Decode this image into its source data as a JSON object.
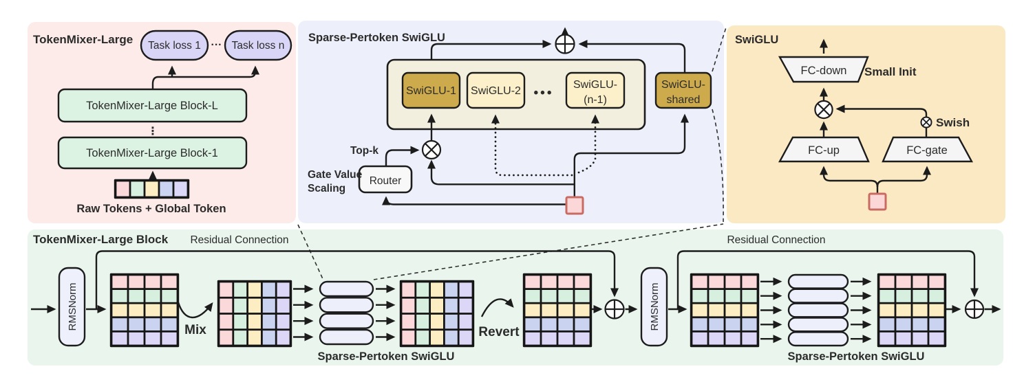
{
  "left_panel": {
    "title": "TokenMixer-Large",
    "task_loss_1": "Task loss 1",
    "task_loss_dots": "···",
    "task_loss_n": "Task loss n",
    "block_top": "TokenMixer-Large Block-L",
    "vertical_dots": "⋮",
    "block_bottom": "TokenMixer-Large Block-1",
    "tokens_caption": "Raw Tokens + Global Token"
  },
  "middle_panel": {
    "title": "Sparse-Pertoken SwiGLU",
    "expert_1": "SwiGLU-1",
    "expert_2": "SwiGLU-2",
    "expert_dots": "•••",
    "expert_n_line1": "SwiGLU-",
    "expert_n_line2": "(n-1)",
    "shared_line1": "SwiGLU-",
    "shared_line2": "shared",
    "top_k": "Top-k",
    "gate_label_line1": "Gate Value",
    "gate_label_line2": "Scaling",
    "router": "Router"
  },
  "right_panel": {
    "title": "SwiGLU",
    "fc_down": "FC-down",
    "small_init": "Small Init",
    "swish": "Swish",
    "fc_up": "FC-up",
    "fc_gate": "FC-gate"
  },
  "bottom_panel": {
    "title": "TokenMixer-Large Block",
    "residual_left": "Residual Connection",
    "residual_right": "Residual Connection",
    "rmsnorm_left": "RMSNorm",
    "rmsnorm_right": "RMSNorm",
    "mix": "Mix",
    "revert": "Revert",
    "swiglu_caption_left": "Sparse-Pertoken SwiGLU",
    "swiglu_caption_right": "Sparse-Pertoken SwiGLU"
  },
  "colors": {
    "panel_pink": "#fcebe8",
    "panel_lavender": "#edf0fa",
    "panel_yellow": "#fae9c2",
    "panel_green": "#e9f5ed",
    "line": "#1c1c1c",
    "task_pill": "#d9d5f6",
    "green_block": "#dcf2e2",
    "expert_gold": "#cdab4d",
    "expert_cream": "#fbf0c9",
    "expert_container": "#f2efde",
    "router_fill": "#f8f8f8",
    "trapezoid_fill": "#f5f5f5",
    "pill_fill": "#edeffb",
    "rmsnorm_fill": "#eef1fc",
    "pink_square_fill": "#fbd8d7",
    "pink_square_stroke": "#c96a63",
    "white_text": "#fffef8",
    "tokens": {
      "pink": "#fbd9db",
      "green": "#d7efdf",
      "yellow": "#fdedc2",
      "periwinkle": "#cad3f0",
      "lavender": "#dcd7f6"
    }
  },
  "grids": {
    "strip": {
      "rows": 1,
      "cols": 5,
      "orient": "col",
      "colors": [
        "pink",
        "green",
        "yellow",
        "periwinkle",
        "lavender"
      ]
    },
    "g1": {
      "rows": 5,
      "cols": 4,
      "orient": "row",
      "colors": [
        "pink",
        "green",
        "yellow",
        "periwinkle",
        "lavender"
      ]
    },
    "g2": {
      "rows": 4,
      "cols": 5,
      "orient": "col",
      "colors": [
        "pink",
        "green",
        "yellow",
        "periwinkle",
        "lavender"
      ]
    },
    "g3": {
      "rows": 4,
      "cols": 5,
      "orient": "col",
      "colors": [
        "pink",
        "green",
        "yellow",
        "periwinkle",
        "lavender"
      ]
    },
    "g4": {
      "rows": 5,
      "cols": 4,
      "orient": "row",
      "colors": [
        "pink",
        "green",
        "yellow",
        "periwinkle",
        "lavender"
      ]
    },
    "g5": {
      "rows": 5,
      "cols": 4,
      "orient": "row",
      "colors": [
        "pink",
        "green",
        "yellow",
        "periwinkle",
        "lavender"
      ]
    },
    "g6": {
      "rows": 5,
      "cols": 4,
      "orient": "row",
      "colors": [
        "pink",
        "green",
        "yellow",
        "periwinkle",
        "lavender"
      ]
    }
  },
  "pill_stacks": {
    "left": {
      "count": 4
    },
    "right": {
      "count": 5
    }
  }
}
